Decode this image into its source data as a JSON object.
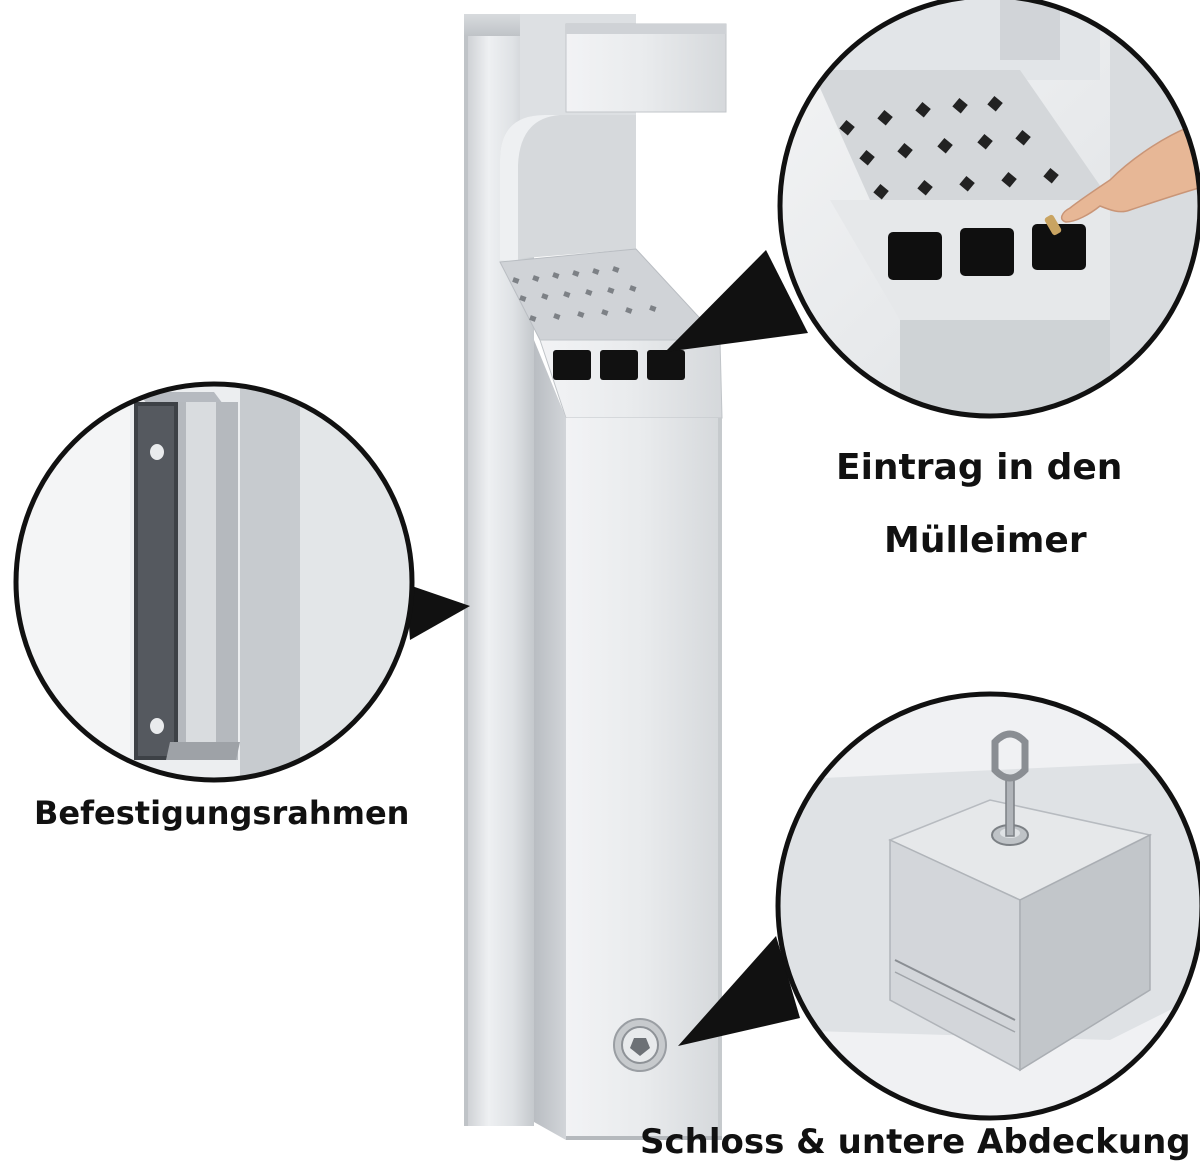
{
  "labels": {
    "entry_line1": "Eintrag in den",
    "entry_line2": "Mülleimer",
    "frame": "Befestigungsrahmen",
    "lock_cover": "Schloss & untere Abdeckung"
  },
  "colors": {
    "background": "#ffffff",
    "steel_light": "#e4e6e8",
    "steel_mid": "#c9ccd0",
    "steel_dark": "#a3a7ac",
    "slot": "#111111",
    "circle_border": "#111111",
    "text": "#111111"
  },
  "icons": {
    "product": "stainless-steel-wall-ashtray",
    "detail_top": "ashtray-slots-with-hand",
    "detail_left": "mounting-bracket",
    "detail_bottom": "lock-with-key"
  }
}
